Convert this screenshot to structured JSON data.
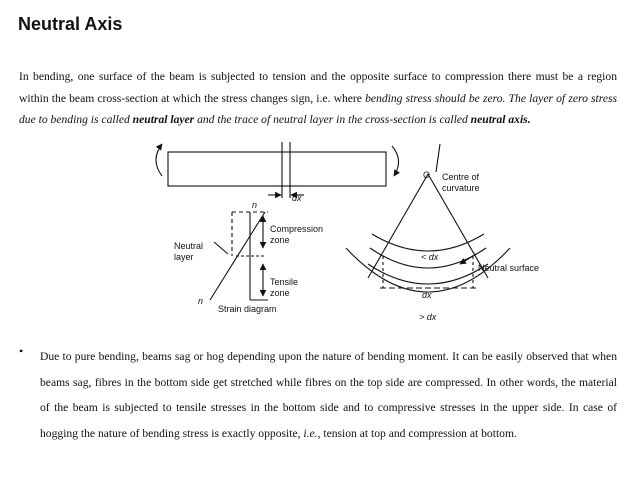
{
  "title": "Neutral Axis",
  "intro": {
    "p1": "In bending, one surface of the beam is subjected to tension and the opposite surface to compression there must be a region within the beam cross-section at which the stress changes sign, i.e. where ",
    "p1_italic": "bending stress should be zero. The layer of zero stress due to bending is called ",
    "bold1": "neutral layer",
    "p2_italic": " and the trace of neutral layer in the cross-section is called ",
    "bold2": "neutral axis."
  },
  "figure": {
    "dx_top": "dx",
    "n_top": "n",
    "n_bottom": "n",
    "compression_1": "Compression",
    "compression_2": "zone",
    "tensile_1": "Tensile",
    "tensile_2": "zone",
    "neutral_1": "Neutral",
    "neutral_2": "layer",
    "strain_diagram": "Strain diagram",
    "o_label": "O",
    "centre_1": "Centre of",
    "centre_2": "curvature",
    "arc_top": "< dx",
    "neutral_surface": "Neutral surface",
    "arc_mid": "dx",
    "arc_bottom": "> dx"
  },
  "bullet": {
    "marker": "•",
    "t1": "Due to pure bending, beams sag or hog depending upon the nature of bending moment. It can be easily observed that when beams sag, fibres in the bottom side get stretched while fibres on the top side are compressed. In other words, the material of the beam is subjected to tensile stresses in the bottom side and to compressive stresses in the upper side. In case of hogging the nature of bending stress is exactly opposite, ",
    "ie": "i.e.",
    "t2": ", tension at top and compression at bottom."
  }
}
